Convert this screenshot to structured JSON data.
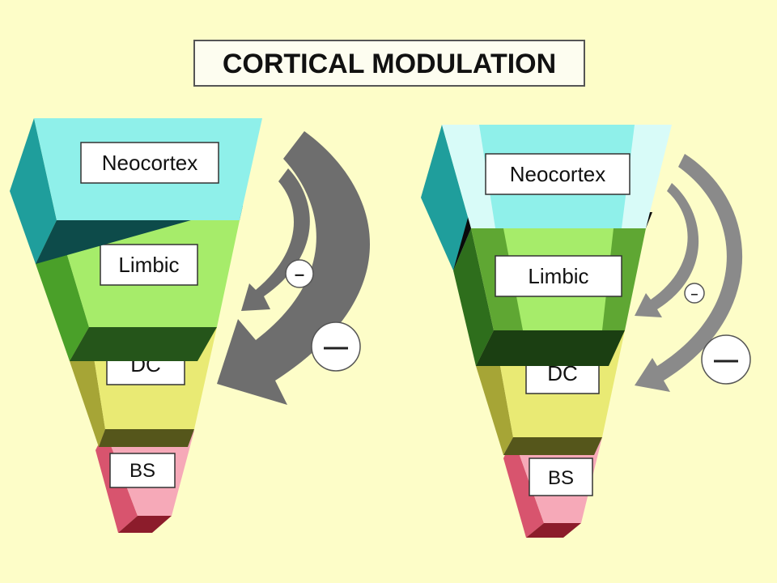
{
  "title": "CORTICAL MODULATION",
  "left_pyramid": {
    "levels": [
      {
        "label": "Neocortex"
      },
      {
        "label": "Limbic"
      },
      {
        "label": "DC"
      },
      {
        "label": "BS"
      }
    ],
    "inhibition_signs": [
      "–",
      "—"
    ]
  },
  "right_pyramid": {
    "levels": [
      {
        "label": "Neocortex"
      },
      {
        "label": "Limbic"
      },
      {
        "label": "DC"
      },
      {
        "label": "BS"
      }
    ],
    "inhibition_signs": [
      "–",
      "—"
    ]
  },
  "colors": {
    "background": "#fdfdc8",
    "neocortex": "#8ff0ea",
    "neocortex_side": "#1f9e9c",
    "limbic": "#a6ec6a",
    "limbic_side": "#4aa029",
    "dc": "#e9ea74",
    "dc_side": "#a6a536",
    "bs": "#f6a9b8",
    "bs_side": "#d8546e",
    "arrow": "#6e6e6e"
  }
}
